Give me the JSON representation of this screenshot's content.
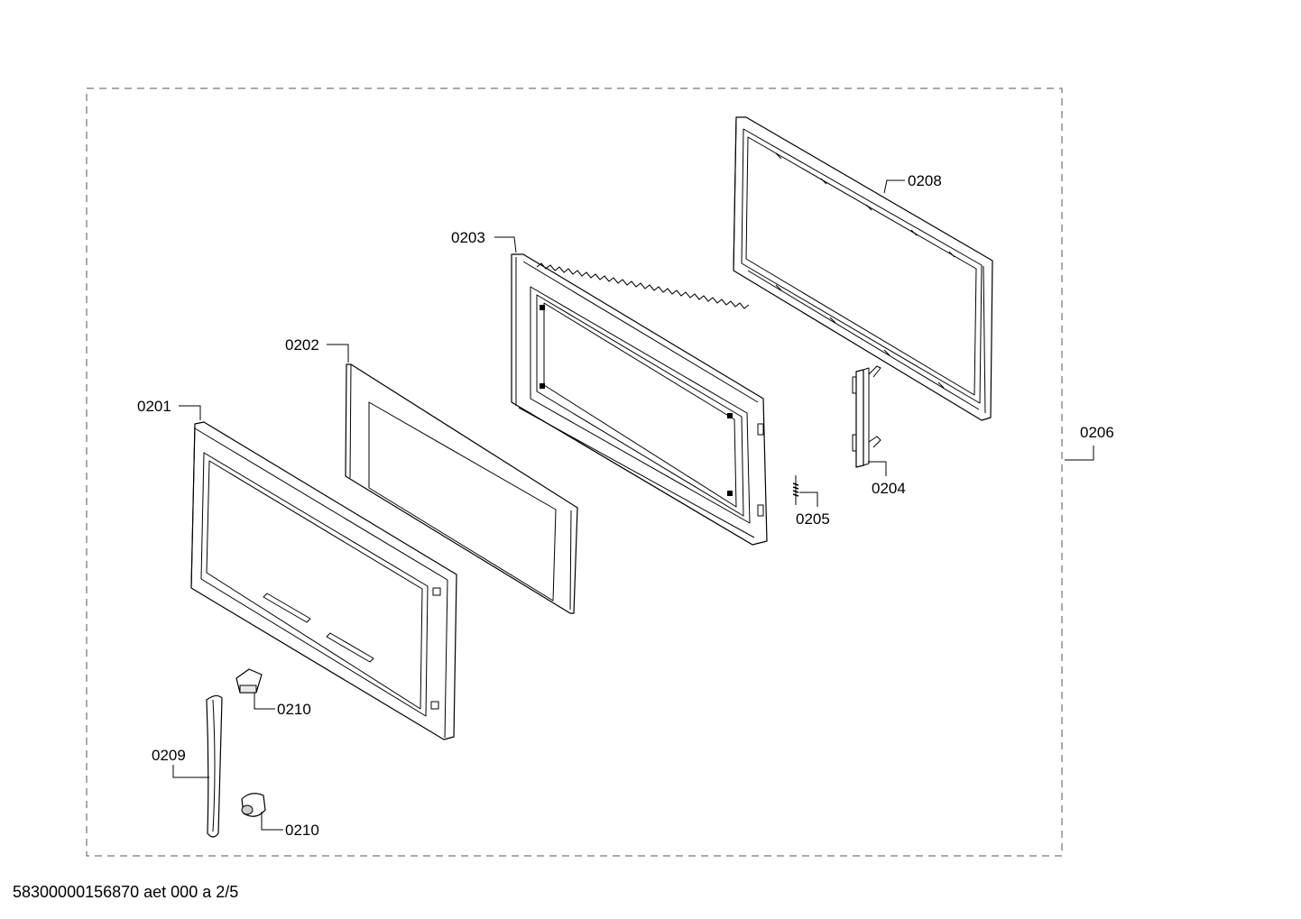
{
  "labels": {
    "p0201": "0201",
    "p0202": "0202",
    "p0203": "0203",
    "p0204": "0204",
    "p0205": "0205",
    "p0206": "0206",
    "p0208": "0208",
    "p0209": "0209",
    "p0210a": "0210",
    "p0210b": "0210"
  },
  "footer": {
    "document_id": "58300000156870 aet 000 a 2/5"
  }
}
